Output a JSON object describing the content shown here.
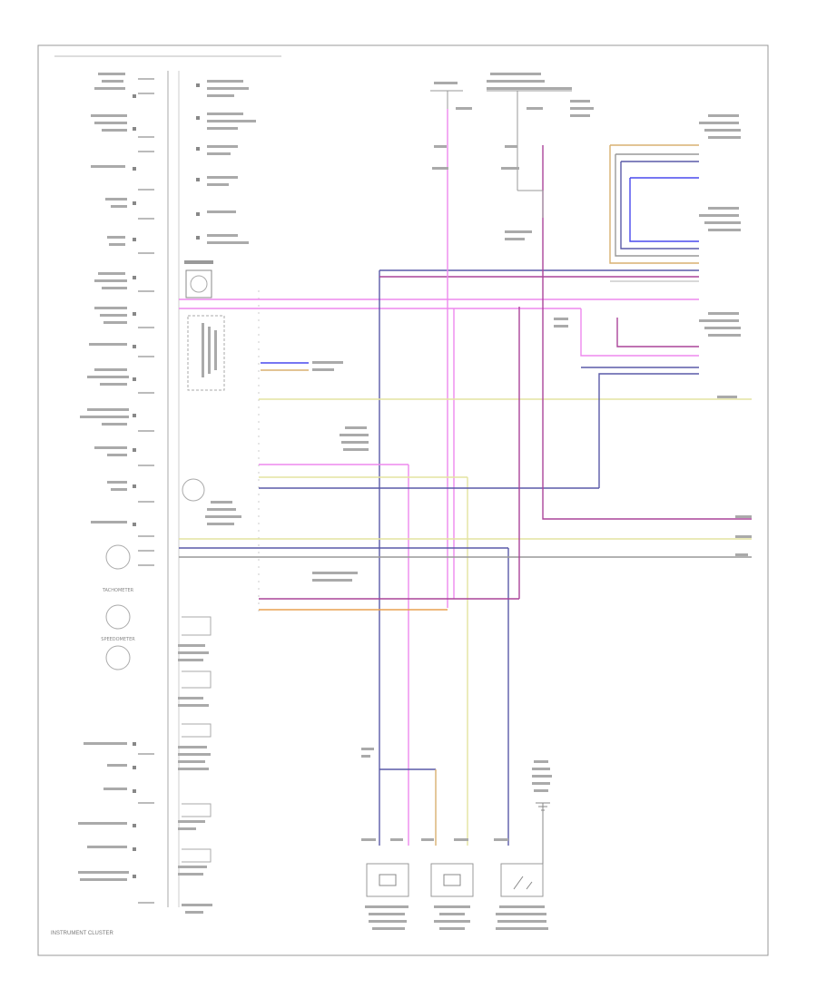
{
  "frame": {
    "bottom_label": "INSTRUMENT CLUSTER",
    "page_ref": ""
  },
  "colors": {
    "frame": "#888888",
    "wire_violet": "#5a5aa8",
    "wire_pink": "#ee88ee",
    "wire_yellow": "#e4e4a0",
    "wire_tan": "#d8b070",
    "wire_orange": "#e8a050",
    "wire_blue": "#4848ee",
    "wire_magenta": "#aa4499",
    "wire_gray": "#999999"
  },
  "components": {
    "rear_sensor": "",
    "tachometer": "TACHOMETER",
    "speedometer": "SPEEDOMETER",
    "speedometer_sub": "",
    "fuel_gauge": "",
    "bottom_components": [
      "",
      "",
      ""
    ],
    "ground_label": ""
  }
}
